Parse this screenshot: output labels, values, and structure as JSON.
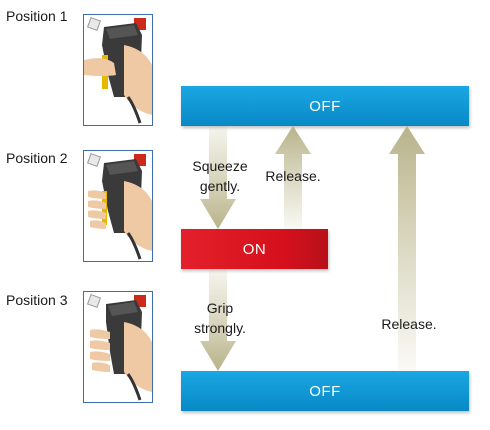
{
  "positions": [
    {
      "label": "Position 1",
      "grip": "relaxed"
    },
    {
      "label": "Position 2",
      "grip": "squeeze"
    },
    {
      "label": "Position 3",
      "grip": "grip"
    }
  ],
  "states": {
    "top": "OFF",
    "middle": "ON",
    "bottom": "OFF"
  },
  "actions": {
    "squeeze": "Squeeze\ngently.",
    "release_short": "Release.",
    "grip": "Grip\nstrongly.",
    "release_long": "Release."
  },
  "colors": {
    "off_bar": "#0f98d6",
    "on_bar": "#d8131f",
    "arrow": "#c2bd94",
    "photo_border": "#3d6fb0",
    "trigger": "#e6b800",
    "button_red": "#cc2a1a"
  }
}
